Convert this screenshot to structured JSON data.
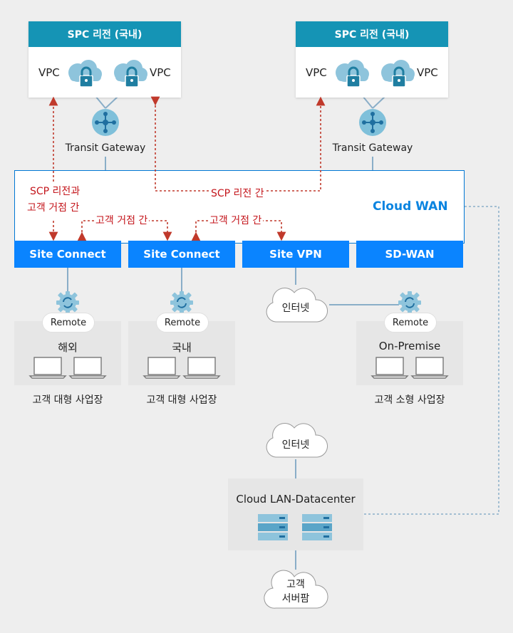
{
  "colors": {
    "region_header": "#1594b5",
    "cloud_wan_text": "#0a84e0",
    "site_bar": "#0a84ff",
    "red_arrow": "#c0392b",
    "vpc_cloud": "#8ec4dc",
    "lock": "#1f7ea1",
    "hub": "#7fc0da",
    "line": "#8aaec8",
    "gray_panel": "#e6e6e6"
  },
  "regions": [
    {
      "title": "SPC 리전 (국내)",
      "vpc_left": "VPC",
      "vpc_right": "VPC",
      "gateway": "Transit Gateway"
    },
    {
      "title": "SPC 리전 (국내)",
      "vpc_left": "VPC",
      "vpc_right": "VPC",
      "gateway": "Transit Gateway"
    }
  ],
  "cloud_wan": {
    "title": "Cloud WAN",
    "annotation_between_regions": "SCP 리전 간",
    "annotation_region_customer_line1": "SCP 리전과",
    "annotation_region_customer_line2": "고객 거점 간",
    "annotation_customer_1": "고객 거점 간",
    "annotation_customer_2": "고객 거점 간"
  },
  "connections": [
    {
      "label": "Site Connect"
    },
    {
      "label": "Site Connect"
    },
    {
      "label": "Site VPN"
    },
    {
      "label": "SD-WAN"
    }
  ],
  "sites": [
    {
      "remote": "Remote",
      "name": "해외",
      "caption": "고객 대형 사업장",
      "icon": "sync-gear-icon"
    },
    {
      "remote": "Remote",
      "name": "국내",
      "caption": "고객 대형 사업장",
      "icon": "sync-gear-icon"
    },
    {
      "remote": "Remote",
      "name": "On-Premise",
      "caption": "고객 소형 사업장",
      "icon": "sync-gear-icon"
    }
  ],
  "internet_top": "인터넷",
  "internet_bottom": "인터넷",
  "datacenter": {
    "title": "Cloud LAN-Datacenter",
    "icon": "server-icon"
  },
  "server_farm_line1": "고객",
  "server_farm_line2": "서버팜"
}
